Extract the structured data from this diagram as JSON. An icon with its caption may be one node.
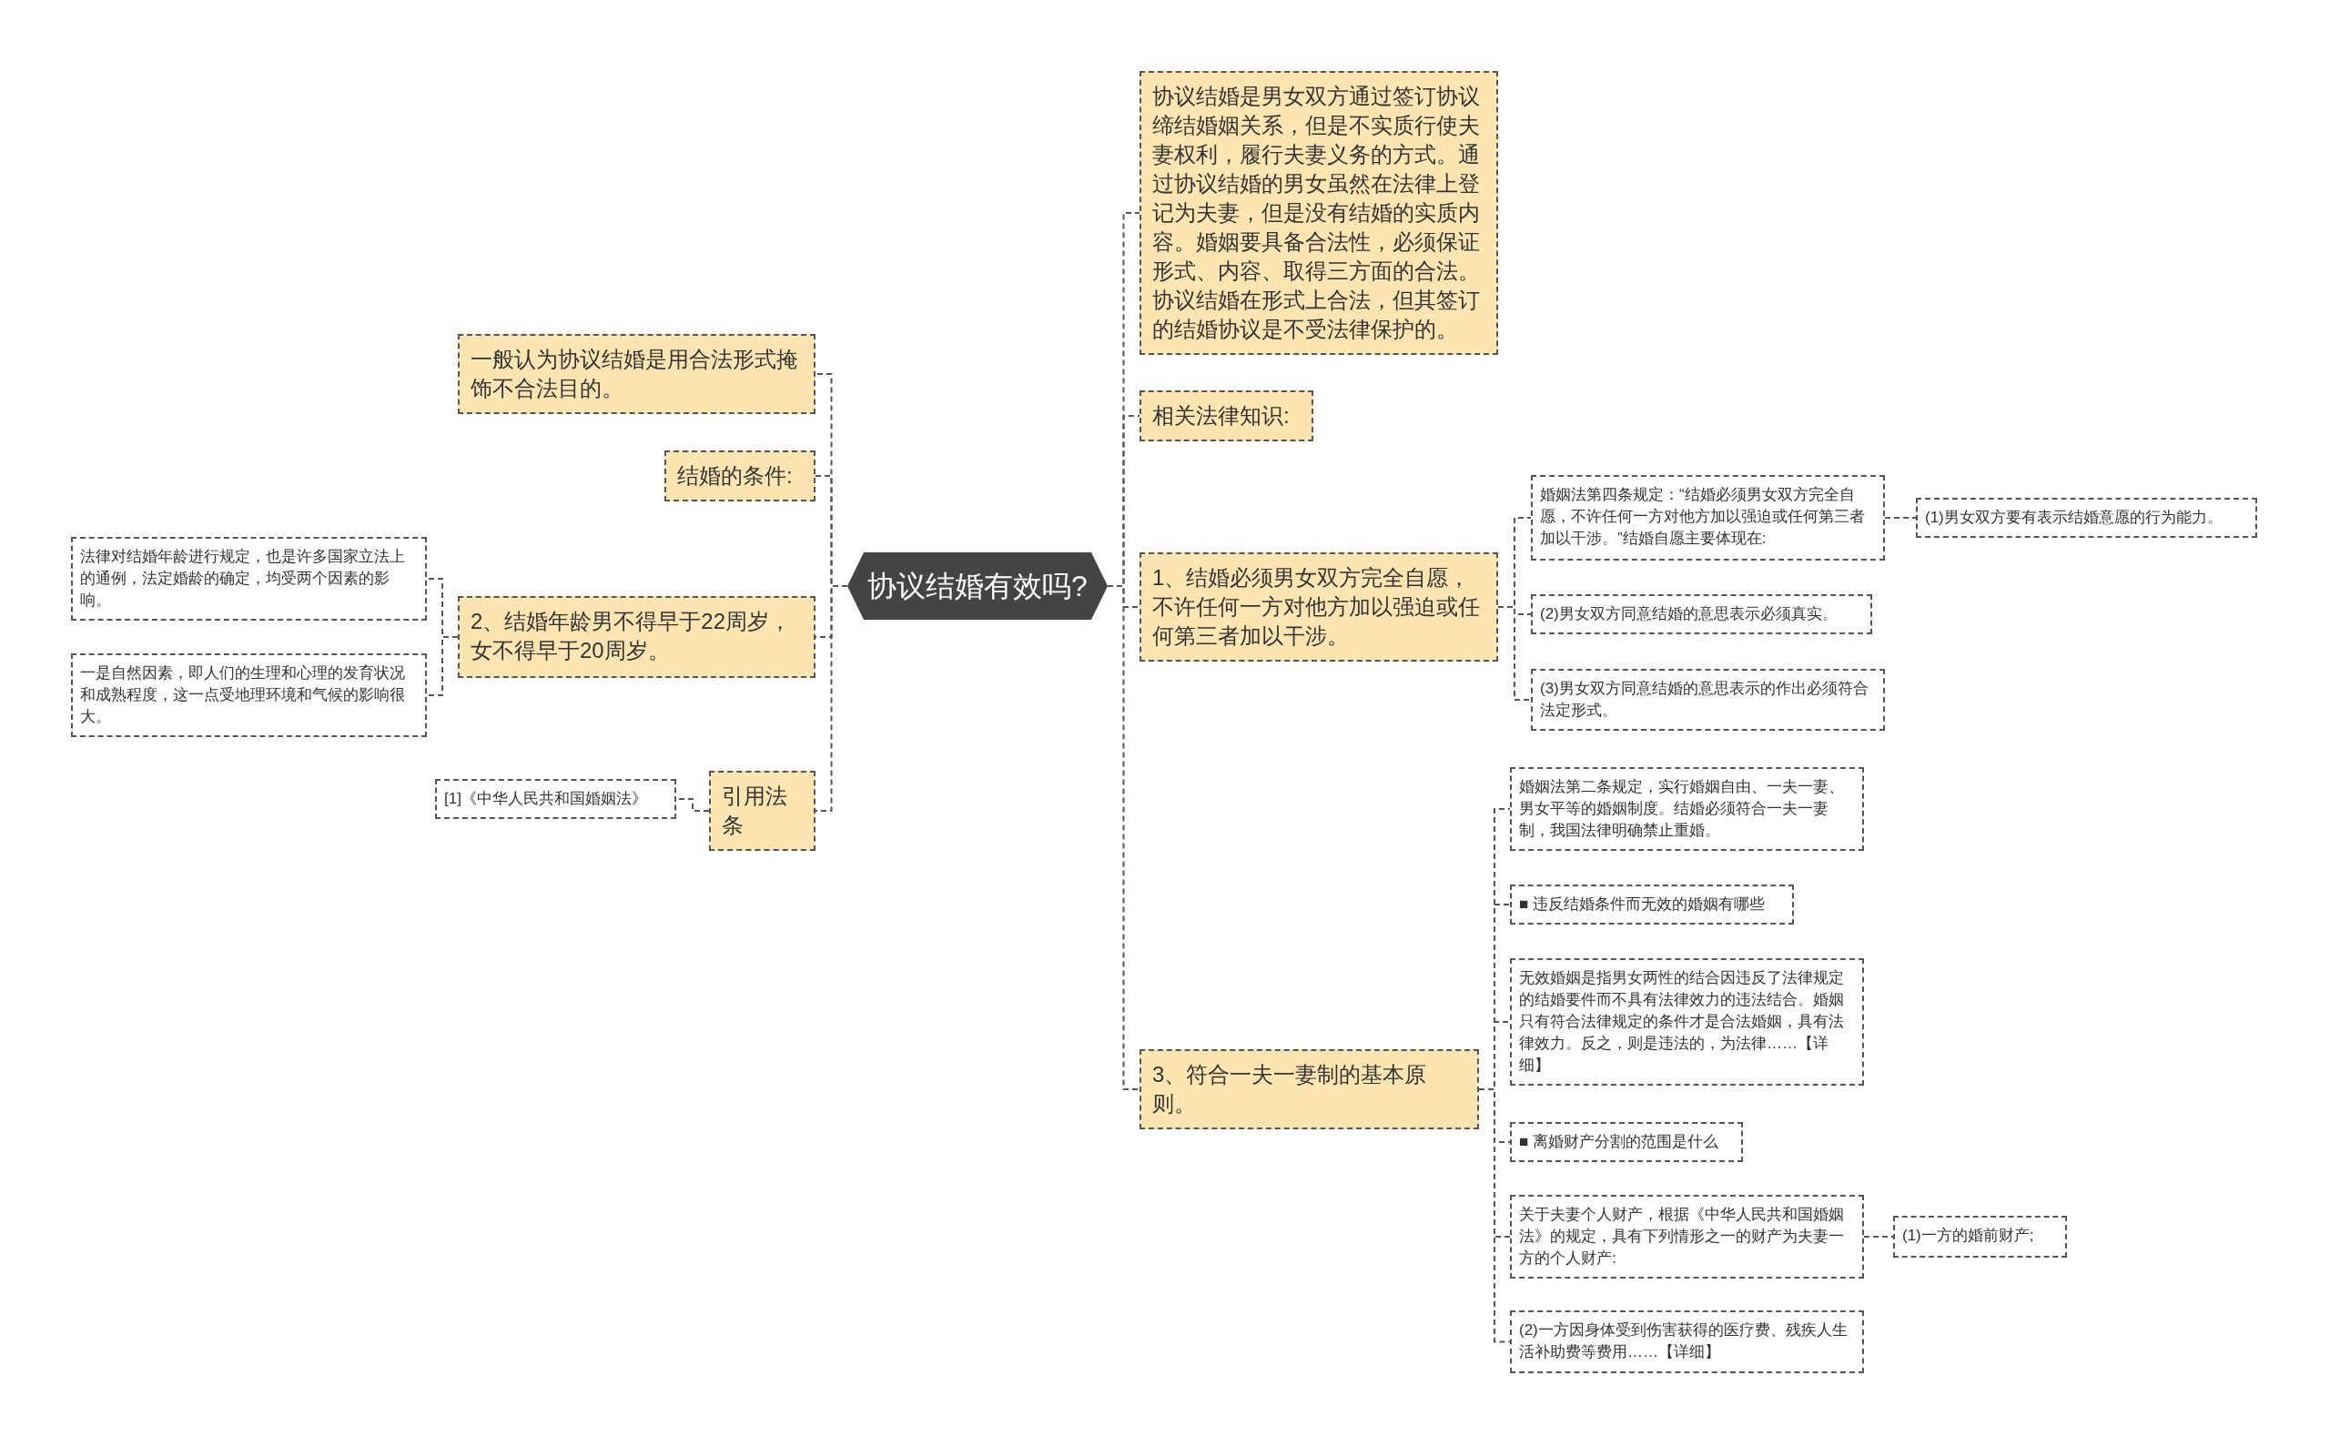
{
  "diagram": {
    "nodes": [
      {
        "text": [
          "协议结婚有效吗?"
        ]
      },
      {
        "text": [
          "协议结婚是男女双方通过签订协议缔结婚姻关系，但是不实质行使夫妻权利，履行夫妻义务的方式。通过协议结婚的男女虽然在法律上登记为夫妻，但是没有结婚的实质内容。婚姻要具备合法性，必须保证形式、内容、取得三方面的合法。协议结婚在形式上合法，但其签订的结婚协议是不受法律保护的。"
        ]
      },
      {
        "text": [
          "相关法律知识:"
        ]
      },
      {
        "text": [
          "1、结婚必须男女双方完全自愿，不许任何一方对他方加以强迫或任何第三者加以干涉。"
        ]
      },
      {
        "text": [
          "3、符合一夫一妻制的基本原则。"
        ]
      },
      {
        "text": [
          "婚姻法第四条规定：“结婚必须男女双方完全自愿，不许任何一方对他方加以强迫或任何第三者加以干涉。”结婚自愿主要体现在:"
        ]
      },
      {
        "text": [
          "(1)男女双方要有表示结婚意愿的行为能力。"
        ]
      },
      {
        "text": [
          "(2)男女双方同意结婚的意思表示必须真实。"
        ]
      },
      {
        "text": [
          "(3)男女双方同意结婚的意思表示的作出必须符合法定形式。"
        ]
      },
      {
        "text": [
          "婚姻法第二条规定，实行婚姻自由、一夫一妻、男女平等的婚姻制度。结婚必须符合一夫一妻制，我国法律明确禁止重婚。"
        ]
      },
      {
        "text": [
          "■ 违反结婚条件而无效的婚姻有哪些"
        ]
      },
      {
        "text": [
          "无效婚姻是指男女两性的结合因违反了法律规定的结婚要件而不具有法律效力的违法结合。婚姻只有符合法律规定的条件才是合法婚姻，具有法律效力。反之，则是违法的，为法律……【详细】"
        ]
      },
      {
        "text": [
          "■ 离婚财产分割的范围是什么"
        ]
      },
      {
        "text": [
          "关于夫妻个人财产，根据《中华人民共和国婚姻法》的规定，具有下列情形之一的财产为夫妻一方的个人财产:"
        ]
      },
      {
        "text": [
          "(1)一方的婚前财产;"
        ]
      },
      {
        "text": [
          "(2)一方因身体受到伤害获得的医疗费、残疾人生活补助费等费用……【详细】"
        ]
      },
      {
        "text": [
          "一般认为协议结婚是用合法形式掩饰不合法目的。"
        ]
      },
      {
        "text": [
          "结婚的条件:"
        ]
      },
      {
        "text": [
          "2、结婚年龄男不得早于22周岁，女不得早于20周岁。"
        ]
      },
      {
        "text": [
          "法律对结婚年龄进行规定，也是许多国家立法上的通例，法定婚龄的确定，均受两个因素的影响。"
        ]
      },
      {
        "text": [
          "一是自然因素，即人们的生理和心理的发育状况和成熟程度，这一点受地理环境和气候的影响很大。"
        ]
      },
      {
        "text": [
          "引用法条"
        ]
      },
      {
        "text": [
          "[1]《中华人民共和国婚姻法》"
        ]
      }
    ],
    "edges": [
      {
        "from": 0,
        "to": 1,
        "arrow": "none"
      },
      {
        "from": 0,
        "to": 2,
        "arrow": "none"
      },
      {
        "from": 0,
        "to": 3,
        "arrow": "none"
      },
      {
        "from": 0,
        "to": 4,
        "arrow": "none"
      },
      {
        "from": 3,
        "to": 5,
        "arrow": "none"
      },
      {
        "from": 5,
        "to": 6,
        "arrow": "none"
      },
      {
        "from": 3,
        "to": 7,
        "arrow": "none"
      },
      {
        "from": 3,
        "to": 8,
        "arrow": "none"
      },
      {
        "from": 4,
        "to": 9,
        "arrow": "none"
      },
      {
        "from": 4,
        "to": 10,
        "arrow": "none"
      },
      {
        "from": 4,
        "to": 11,
        "arrow": "none"
      },
      {
        "from": 4,
        "to": 12,
        "arrow": "none"
      },
      {
        "from": 4,
        "to": 13,
        "arrow": "none"
      },
      {
        "from": 13,
        "to": 14,
        "arrow": "none"
      },
      {
        "from": 4,
        "to": 15,
        "arrow": "none"
      },
      {
        "from": 0,
        "to": 16,
        "arrow": "none"
      },
      {
        "from": 0,
        "to": 17,
        "arrow": "none"
      },
      {
        "from": 0,
        "to": 18,
        "arrow": "none"
      },
      {
        "from": 18,
        "to": 19,
        "arrow": "none"
      },
      {
        "from": 18,
        "to": 20,
        "arrow": "none"
      },
      {
        "from": 0,
        "to": 21,
        "arrow": "none"
      },
      {
        "from": 21,
        "to": 22,
        "arrow": "none"
      }
    ]
  }
}
